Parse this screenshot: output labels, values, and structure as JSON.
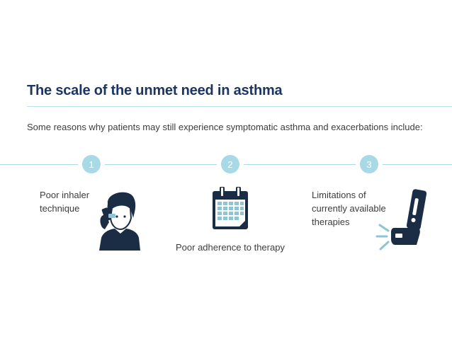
{
  "title": "The scale of the unmet need in asthma",
  "subtitle": "Some reasons why patients may still experience symptomatic asthma and exacerbations include:",
  "steps": [
    {
      "number": "1",
      "lines": [
        "Poor inhaler",
        "technique"
      ],
      "icon": "person-using-inhaler-icon"
    },
    {
      "number": "2",
      "lines": [
        "Poor adherence to therapy"
      ],
      "icon": "calendar-icon"
    },
    {
      "number": "3",
      "lines": [
        "Limitations of",
        "currently available",
        "therapies"
      ],
      "icon": "inhaler-alert-icon"
    }
  ],
  "colors": {
    "title": "#1b3564",
    "accent": "#a8d9e6",
    "icon_dark": "#1b2d45",
    "text": "#3d3d3d"
  }
}
